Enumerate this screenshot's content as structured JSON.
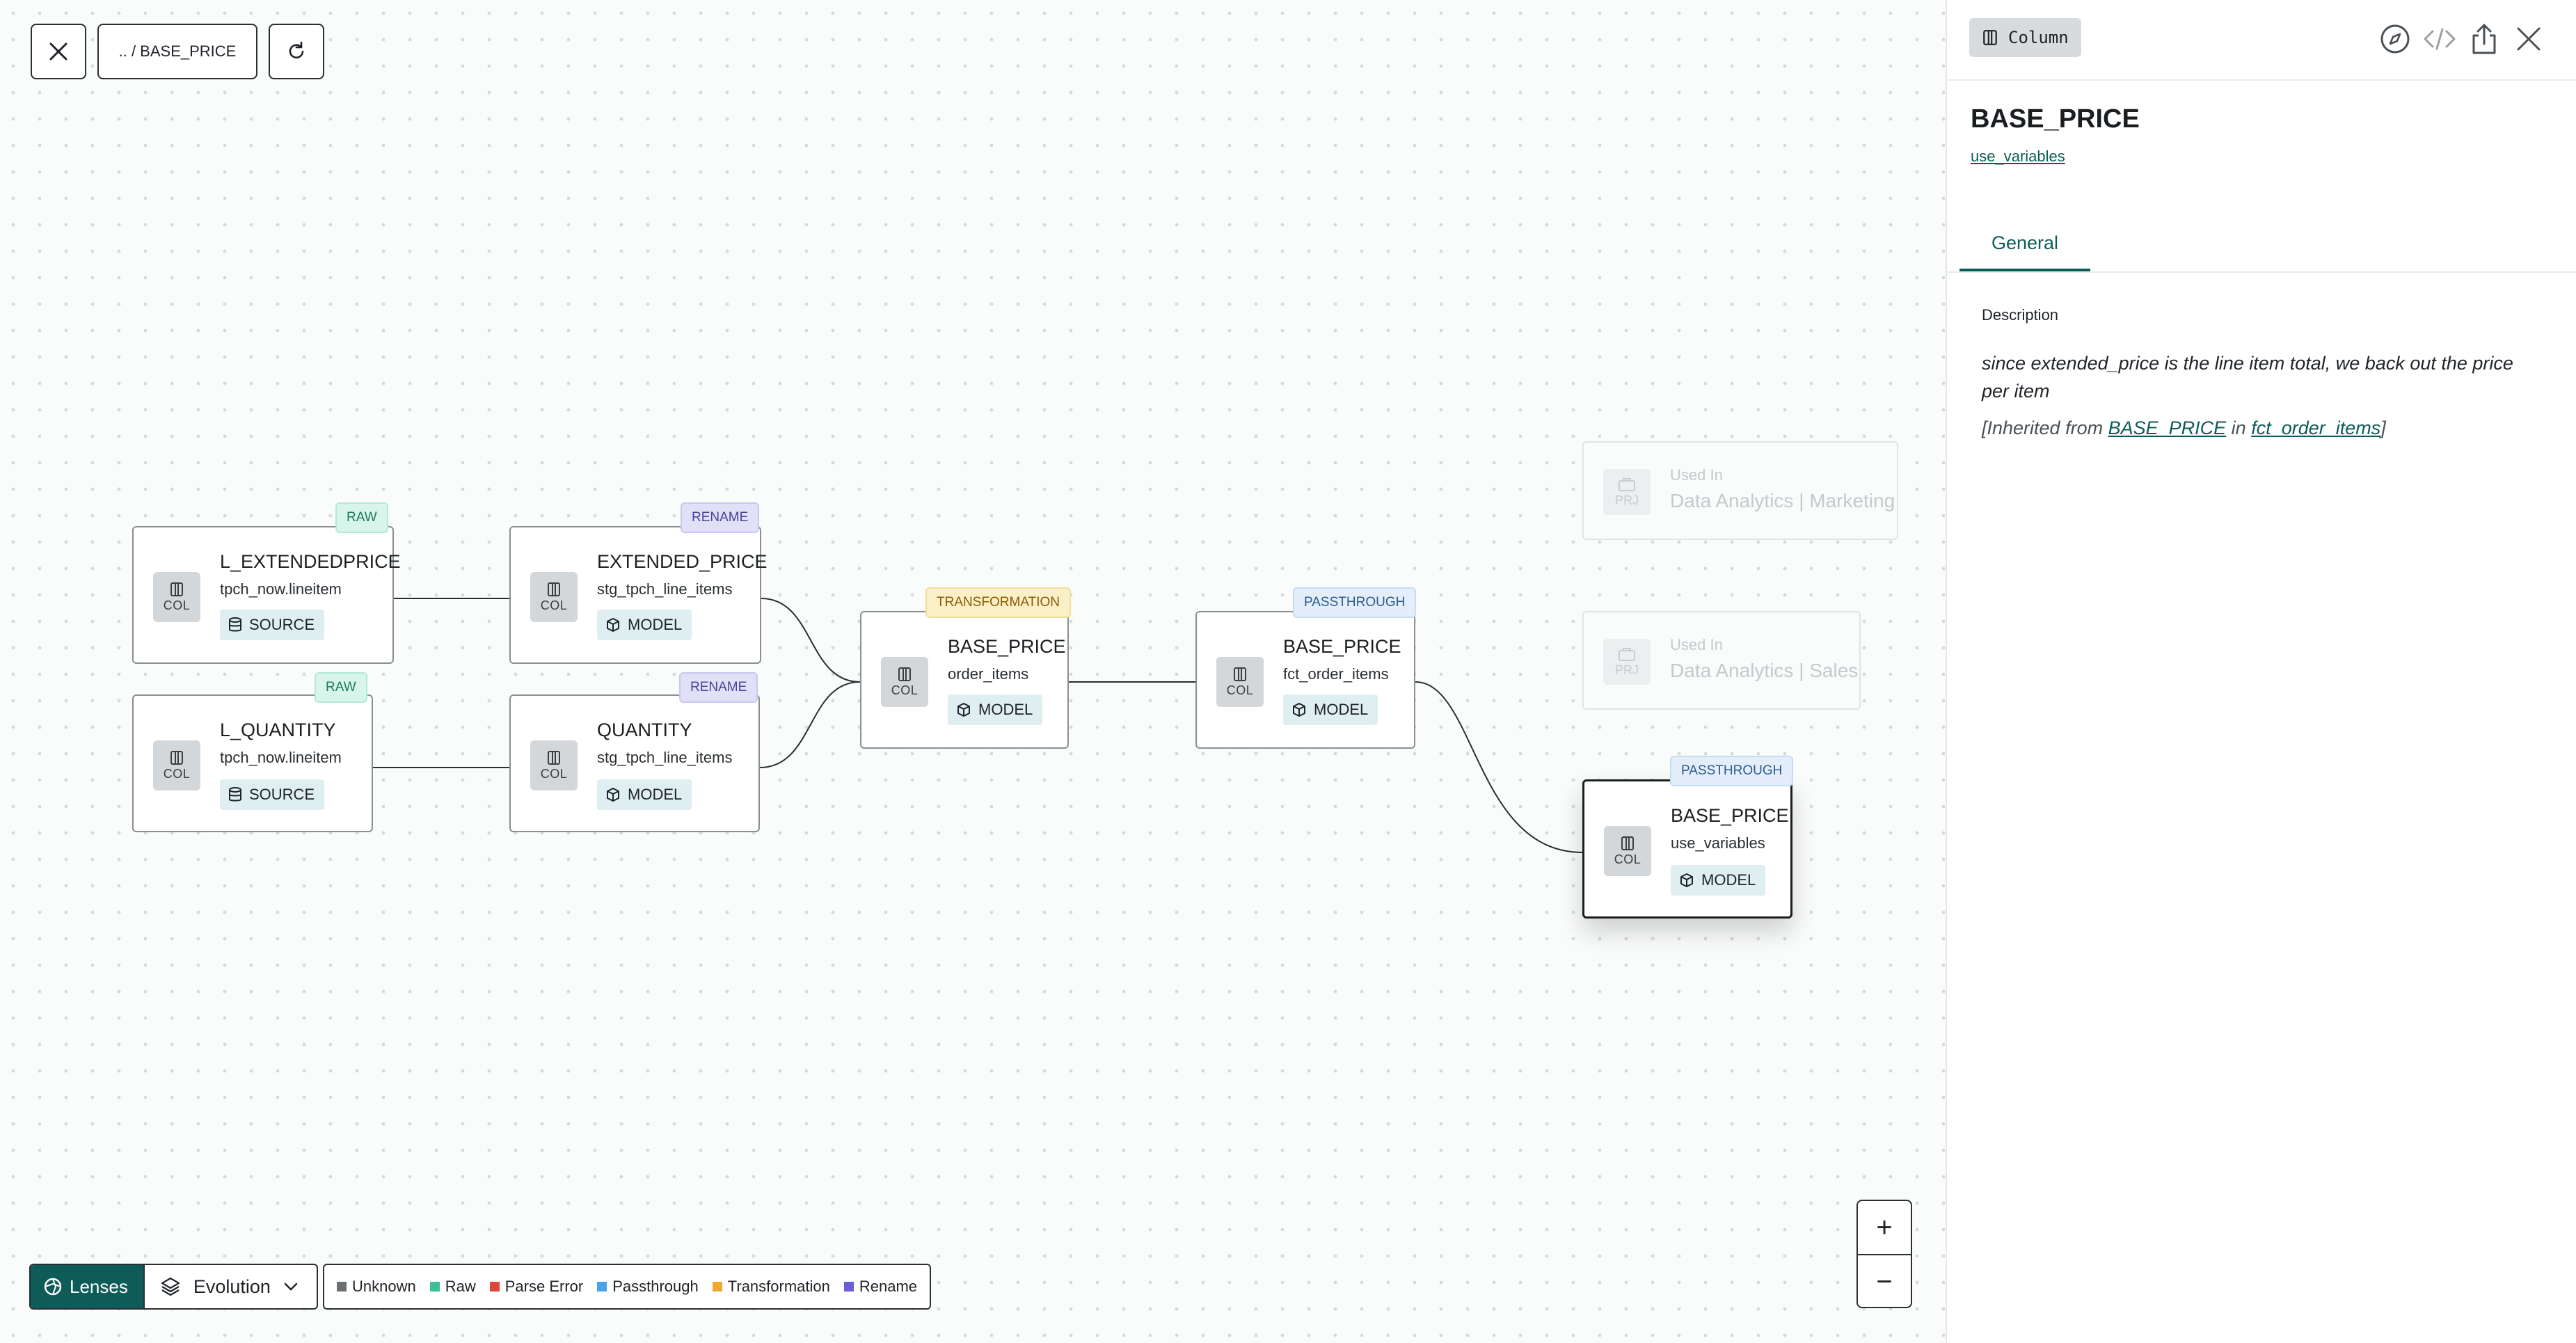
{
  "toolbar": {
    "breadcrumb": ".. / BASE_PRICE",
    "close_icon": "close-icon",
    "refresh_icon": "refresh-icon"
  },
  "nodes": [
    {
      "title": "L_EXTENDEDPRICE",
      "subtitle": "tpch_now.lineitem",
      "tag": "SOURCE",
      "badge": "RAW",
      "icon_label": "COL"
    },
    {
      "title": "L_QUANTITY",
      "subtitle": "tpch_now.lineitem",
      "tag": "SOURCE",
      "badge": "RAW",
      "icon_label": "COL"
    },
    {
      "title": "EXTENDED_PRICE",
      "subtitle": "stg_tpch_line_items",
      "tag": "MODEL",
      "badge": "RENAME",
      "icon_label": "COL"
    },
    {
      "title": "QUANTITY",
      "subtitle": "stg_tpch_line_items",
      "tag": "MODEL",
      "badge": "RENAME",
      "icon_label": "COL"
    },
    {
      "title": "BASE_PRICE",
      "subtitle": "order_items",
      "tag": "MODEL",
      "badge": "TRANSFORMATION",
      "icon_label": "COL"
    },
    {
      "title": "BASE_PRICE",
      "subtitle": "fct_order_items",
      "tag": "MODEL",
      "badge": "PASSTHROUGH",
      "icon_label": "COL"
    },
    {
      "title": "BASE_PRICE",
      "subtitle": "use_variables",
      "tag": "MODEL",
      "badge": "PASSTHROUGH",
      "icon_label": "COL"
    }
  ],
  "ghosts": [
    {
      "label": "Used In",
      "name": "Data Analytics | Marketing",
      "icon_label": "PRJ"
    },
    {
      "label": "Used In",
      "name": "Data Analytics | Sales",
      "icon_label": "PRJ"
    }
  ],
  "zoom": {
    "plus": "+",
    "minus": "−"
  },
  "lenses": {
    "label": "Lenses",
    "mode": "Evolution"
  },
  "legend": [
    {
      "label": "Unknown",
      "color": "#6b6f73"
    },
    {
      "label": "Raw",
      "color": "#3dbf9a"
    },
    {
      "label": "Parse Error",
      "color": "#e0453b"
    },
    {
      "label": "Passthrough",
      "color": "#4aa3e8"
    },
    {
      "label": "Transformation",
      "color": "#f0a830"
    },
    {
      "label": "Rename",
      "color": "#6a5fd6"
    }
  ],
  "panel": {
    "type_label": "Column",
    "title": "BASE_PRICE",
    "model_link": "use_variables",
    "tab": "General",
    "description_heading": "Description",
    "description": "since extended_price is the line item total, we back out the price per item",
    "inherited_prefix": "[Inherited from ",
    "inherited_column": "BASE_PRICE",
    "inherited_mid": " in ",
    "inherited_model": "fct_order_items",
    "inherited_suffix": "]"
  },
  "colors": {
    "accent": "#0e5c58",
    "node_border": "#8a8f93",
    "edge": "#2a2f33"
  }
}
